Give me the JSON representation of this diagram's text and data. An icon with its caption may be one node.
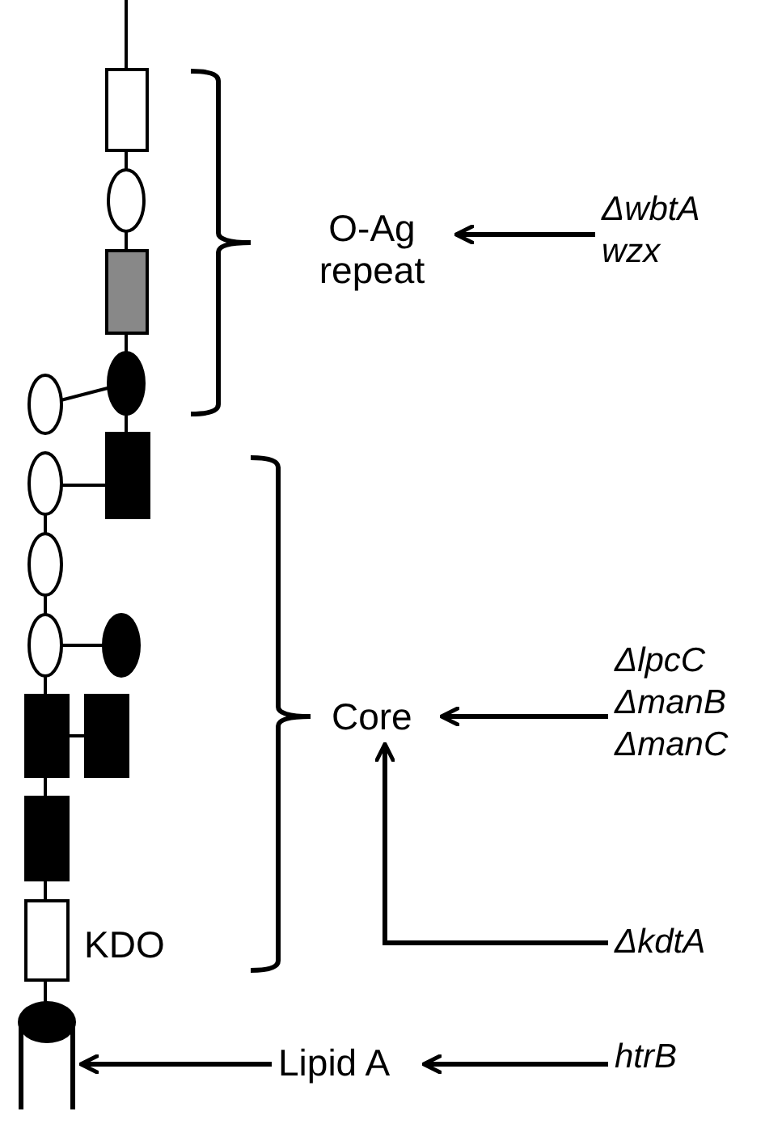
{
  "diagram": {
    "nodes": [
      {
        "text": [
          "O-Ag repeat"
        ]
      },
      {
        "text": [
          "ΔwbtA wzx"
        ]
      },
      {
        "text": [
          "Core"
        ]
      },
      {
        "text": [
          "ΔlpcC ΔmanB ΔmanC"
        ]
      },
      {
        "text": [
          "ΔkdtA"
        ]
      },
      {
        "text": [
          "Lipid A"
        ]
      },
      {
        "text": [
          "htrB"
        ]
      },
      {
        "text": [],
        "shape": "picture"
      }
    ],
    "edges": [
      {
        "from": 1,
        "to": 0,
        "arrow": "to"
      },
      {
        "from": 3,
        "to": 2,
        "arrow": "to"
      },
      {
        "from": 4,
        "to": 2,
        "arrow": "to"
      },
      {
        "from": 6,
        "to": 5,
        "arrow": "to"
      },
      {
        "from": 5,
        "to": 7,
        "arrow": "to"
      }
    ],
    "labels": [
      "KDO"
    ]
  }
}
